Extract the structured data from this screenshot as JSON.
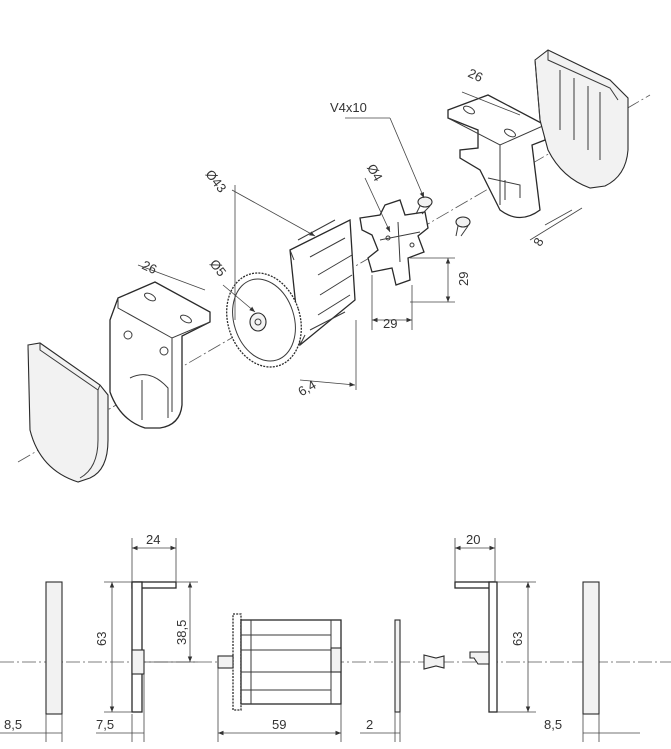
{
  "iso_view": {
    "labels": {
      "screw": "V4x10",
      "d43": "Ø43",
      "d5": "Ø5",
      "d4": "Ø4",
      "w26_left": "26",
      "w26_right": "26",
      "s6_4": "6,4",
      "p29_h": "29",
      "p29_v": "29",
      "b8": "8"
    }
  },
  "side_view": {
    "labels": {
      "w24": "24",
      "w20": "20",
      "h63_left": "63",
      "h38_5": "38,5",
      "h63_right": "63",
      "w8_5_left": "8,5",
      "w7_5": "7,5",
      "w59": "59",
      "w2": "2",
      "w8_5_right": "8,5"
    }
  }
}
